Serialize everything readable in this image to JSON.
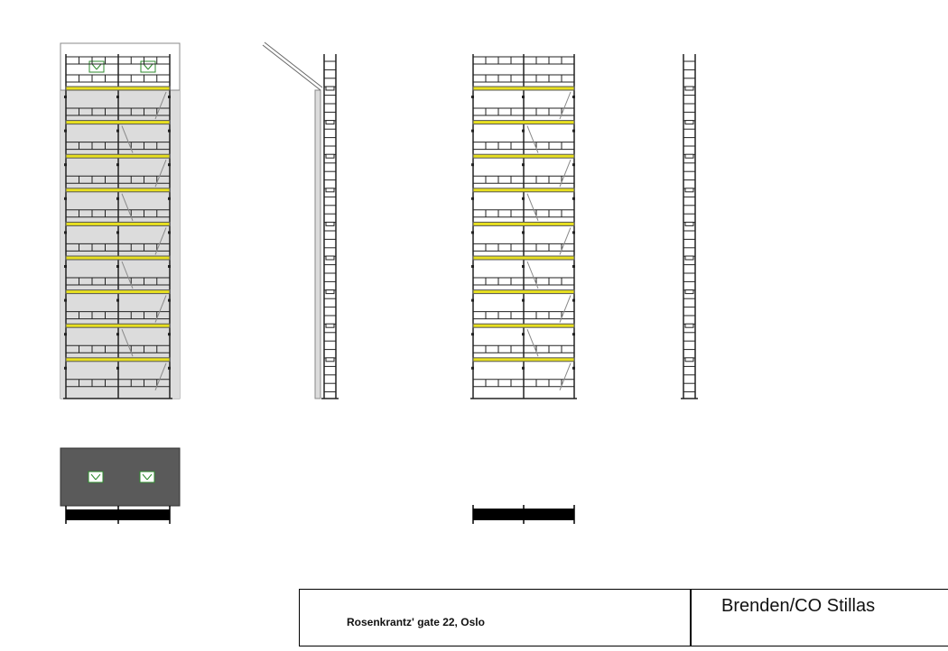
{
  "title_block": {
    "address": "Rosenkrantz' gate 22, Oslo",
    "company": "Brenden/CO Stillas"
  },
  "drawing": {
    "deck_levels": 9,
    "colors": {
      "deck": "#e8e020",
      "building_wall": "#dcdcdc",
      "plan_roof": "#5a5a5a",
      "window": "#2e8b2e",
      "frame": "#222222"
    },
    "views": [
      "front-elevation-with-building",
      "side-elevation",
      "front-elevation",
      "side-elevation-narrow",
      "plan-with-building",
      "plan"
    ]
  }
}
